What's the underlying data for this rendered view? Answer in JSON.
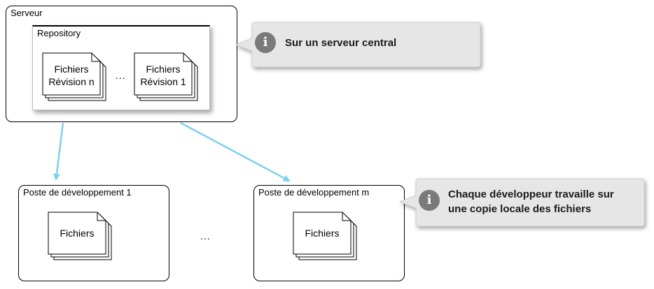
{
  "colors": {
    "arrow": "#7fd0ec",
    "callout_bg": "#e6e6e6",
    "info_icon": "#7a7a7a"
  },
  "server": {
    "label": "Serveur",
    "repository": {
      "label": "Repository",
      "docs": [
        {
          "line1": "Fichiers",
          "line2": "Révision n"
        },
        {
          "line1": "Fichiers",
          "line2": "Révision 1"
        }
      ],
      "ellipsis": "..."
    }
  },
  "workstations": [
    {
      "label": "Poste de développement 1",
      "doc": "Fichiers"
    },
    {
      "label": "Poste de développement m",
      "doc": "Fichiers"
    }
  ],
  "between_workstations": "...",
  "callouts": [
    {
      "icon": "info-icon",
      "text": "Sur un serveur central"
    },
    {
      "icon": "info-icon",
      "line1": "Chaque développeur travaille sur",
      "line2": "une copie locale des fichiers"
    }
  ]
}
